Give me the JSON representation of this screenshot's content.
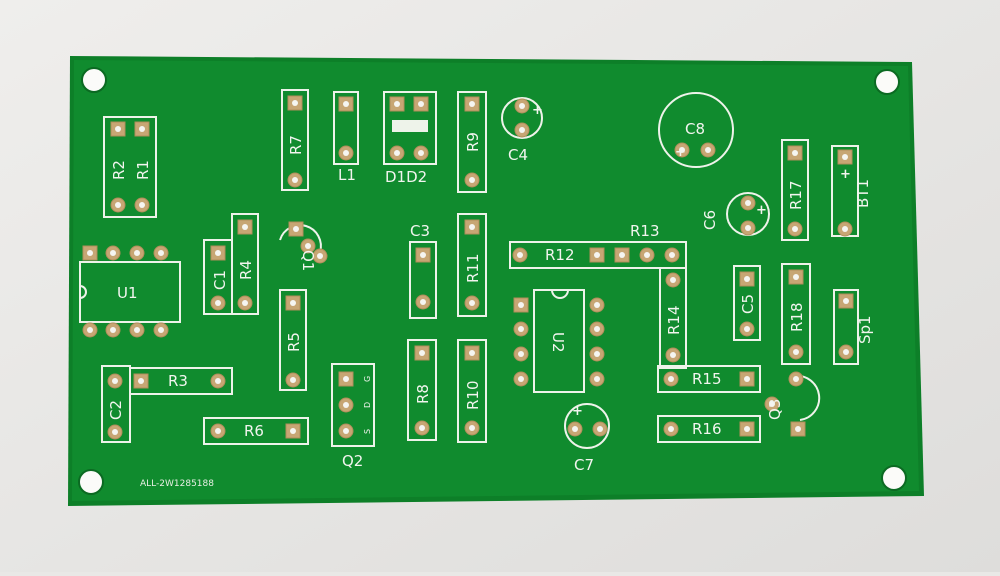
{
  "colors": {
    "background": "#e9e8e6",
    "board": "#0f8a2c",
    "board_dark": "#0b6f22",
    "silk": "#f2f5ef",
    "pad": "#c9a977",
    "hole": "#fdfdfb"
  },
  "board": {
    "id_text": "ALL-2W1285188"
  },
  "labels": {
    "R1": "R1",
    "R2": "R2",
    "R3": "R3",
    "R4": "R4",
    "R5": "R5",
    "R6": "R6",
    "R7": "R7",
    "R8": "R8",
    "R9": "R9",
    "R10": "R10",
    "R11": "R11",
    "R12": "R12",
    "R13": "R13",
    "R14": "R14",
    "R15": "R15",
    "R16": "R16",
    "R17": "R17",
    "R18": "R18",
    "C1": "C1",
    "C2": "C2",
    "C3": "C3",
    "C4": "C4",
    "C5": "C5",
    "C6": "C6",
    "C7": "C7",
    "C8": "C8",
    "L1": "L1",
    "D1D2": "D1D2",
    "U1": "U1",
    "U2": "U2",
    "Q1": "Q1",
    "Q2": "Q2",
    "Q3": "Q3",
    "BT1": "BT1",
    "Sp1": "Sp1",
    "S": "S",
    "D": "D",
    "G": "G",
    "plus": "+"
  }
}
